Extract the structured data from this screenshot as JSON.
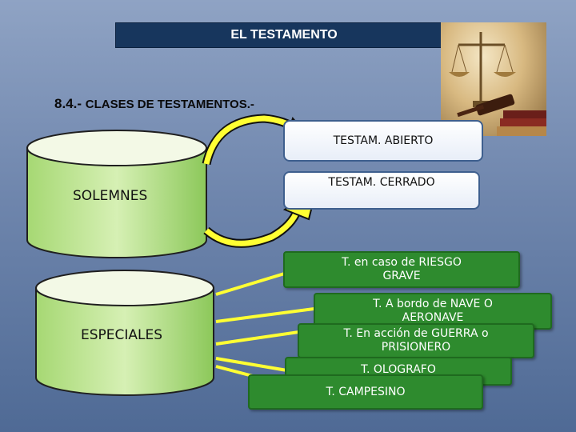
{
  "title": "EL TESTAMENTO",
  "subtitle": {
    "number": "8.4.-",
    "text": "CLASES DE TESTAMENTOS.-"
  },
  "categories": {
    "solemnes": "SOLEMNES",
    "especiales": "ESPECIALES"
  },
  "solemnes_types": [
    "TESTAM. ABIERTO",
    "TESTAM. CERRADO"
  ],
  "especiales_types": [
    "T. en caso de RIESGO GRAVE",
    "T. A bordo de NAVE O AERONAVE",
    "T. En acción de GUERRA o PRISIONERO",
    "T. OLOGRAFO",
    "T. CAMPESINO"
  ],
  "image": {
    "icon": "scales-of-justice-gavel-photo"
  },
  "colors": {
    "title_bg": "#17365d",
    "green_box": "#2e8b2e",
    "arrow_yellow": "#ffff33",
    "cylinder_top": "#f5fbe4",
    "cylinder_body": "#c7e89a"
  }
}
